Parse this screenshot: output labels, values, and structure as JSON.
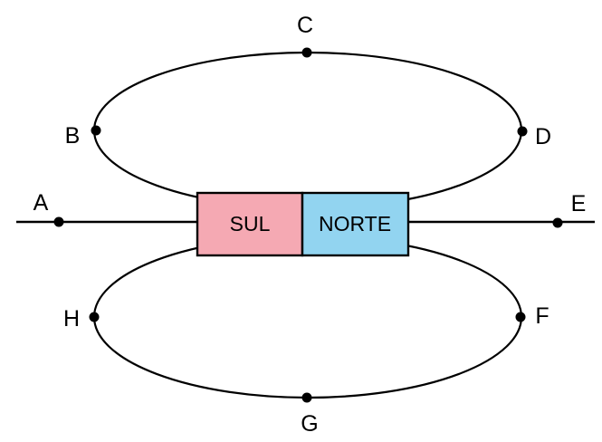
{
  "diagram": {
    "description": "bar-magnet-field-lines",
    "magnet": {
      "south_label": "SUL",
      "north_label": "NORTE",
      "south_color": "#f5a9b3",
      "north_color": "#92d4f0",
      "outline_color": "#000000"
    },
    "points": {
      "A": "A",
      "B": "B",
      "C": "C",
      "D": "D",
      "E": "E",
      "F": "F",
      "G": "G",
      "H": "H"
    }
  }
}
